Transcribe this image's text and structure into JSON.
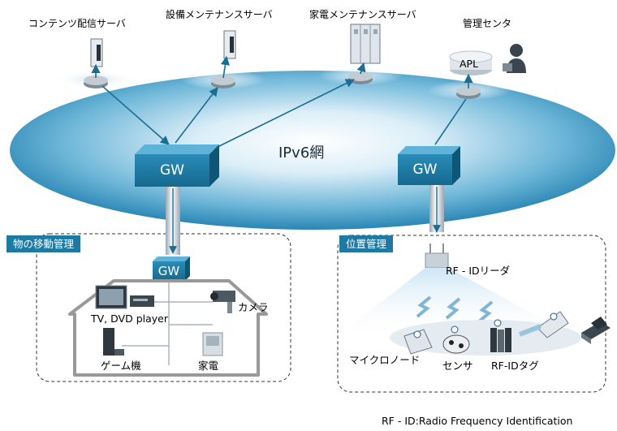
{
  "servers": {
    "content": "コンテンツ配信サーバ",
    "facility": "設備メンテナンスサーバ",
    "appliance": "家電メンテナンスサーバ",
    "center": "管理センタ"
  },
  "apl": "APL",
  "network": "IPv6網",
  "gw_label": "GW",
  "zones": {
    "left_title": "物の移動管理",
    "right_title": "位置管理"
  },
  "home": {
    "tv": "TV, DVD player",
    "camera": "カメラ",
    "game": "ゲーム機",
    "appliance": "家電"
  },
  "rfid": {
    "reader": "RF - IDリーダ",
    "micro_node": "マイクロノード",
    "sensor": "センサ",
    "tag": "RF-IDタグ"
  },
  "footnote": "RF - ID:Radio Frequency Identification",
  "colors": {
    "gw": "#1f7aa3",
    "network": "#3f9ac3",
    "arrow": "#1b6d92"
  }
}
